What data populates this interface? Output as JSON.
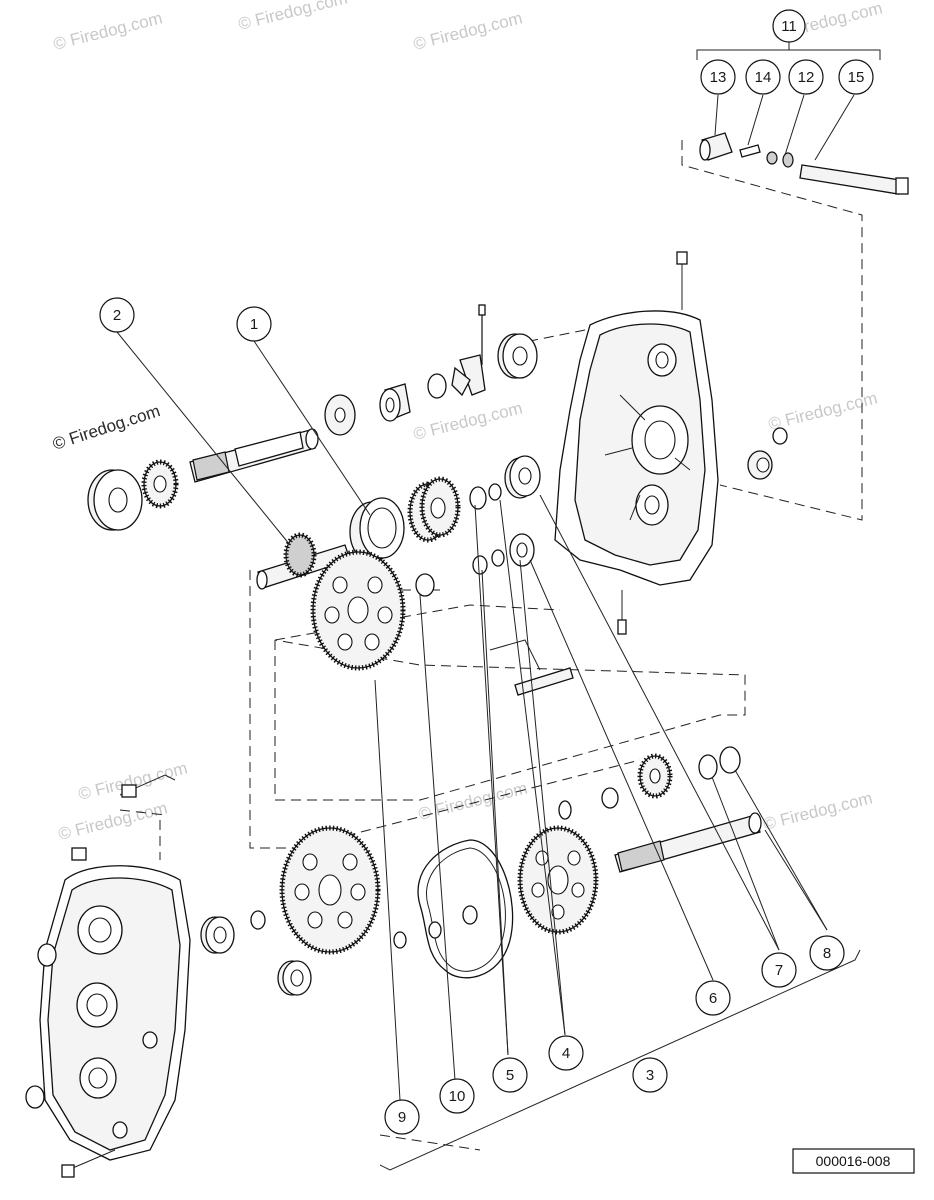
{
  "watermarks": [
    "© Firedog.com",
    "© Firedog.com",
    "© Firedog.com",
    "© Firedog.com",
    "© Firedog.com",
    "© Firedog.com",
    "© Firedog.com",
    "© Firedog.com",
    "© Firedog.com",
    "© Firedog.com"
  ],
  "watermark_prominent": "© Firedog.com",
  "callouts": {
    "c1": "1",
    "c2": "2",
    "c3": "3",
    "c4": "4",
    "c5": "5",
    "c6": "6",
    "c7": "7",
    "c8": "8",
    "c9": "9",
    "c10": "10",
    "c11": "11",
    "c12": "12",
    "c13": "13",
    "c14": "14",
    "c15": "15"
  },
  "reference_code": "000016-008"
}
